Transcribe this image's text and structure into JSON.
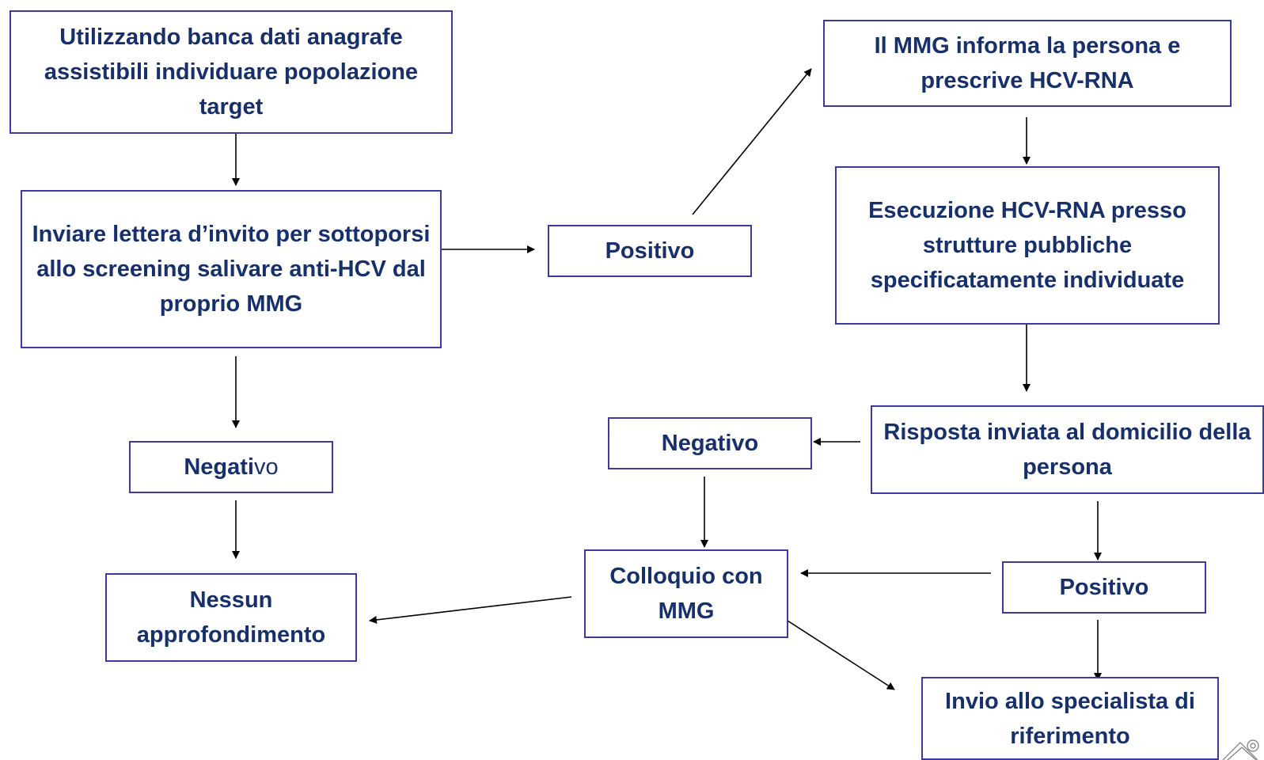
{
  "colors": {
    "border": "#3a3aa0",
    "text": "#17306b",
    "arrow": "#000000"
  },
  "nodes": {
    "utilizzando": "Utilizzando banca dati anagrafe assistibili individuare popolazione target",
    "inviare": "Inviare lettera d’invito per sottoporsi allo screening salivare anti-HCV dal proprio MMG",
    "positivo_left": "Positivo",
    "negativo_left_bold": "Negati",
    "negativo_left_plain": "vo",
    "nessun": "Nessun approfondimento",
    "mmg_informa": "Il MMG informa la persona e prescrive HCV-RNA",
    "esecuzione": "Esecuzione HCV-RNA presso strutture pubbliche specificatamente individuate",
    "risposta": "Risposta inviata al domicilio della persona",
    "negativo_right": "Negativo",
    "colloquio": "Colloquio con MMG",
    "positivo_right": "Positivo",
    "invio": "Invio allo specialista di riferimento"
  }
}
